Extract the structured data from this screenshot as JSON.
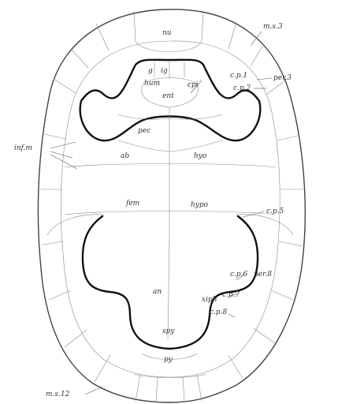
{
  "figure": {
    "labels": {
      "nu": "nu",
      "ms3": "m.s.3",
      "g": "g",
      "ig": "ig",
      "hum": "hum",
      "cpi": "cpi",
      "ent": "ent",
      "cp1": "c.p.1",
      "per3": "per.3",
      "cp2": "c.p.2",
      "inf_m": "inf.m",
      "pec": "pec",
      "ab": "ab",
      "hyo": "hyo",
      "cp5": "c.p.5",
      "fem": "fem",
      "hypo": "hypo",
      "cp6": "c.p.6",
      "per8": "per.8",
      "an": "an",
      "xiph": "xiph",
      "cp7": "c.p.7",
      "cp8": "c.p.8",
      "spy": "spy",
      "py": "py",
      "ms12": "m.s.12"
    }
  }
}
